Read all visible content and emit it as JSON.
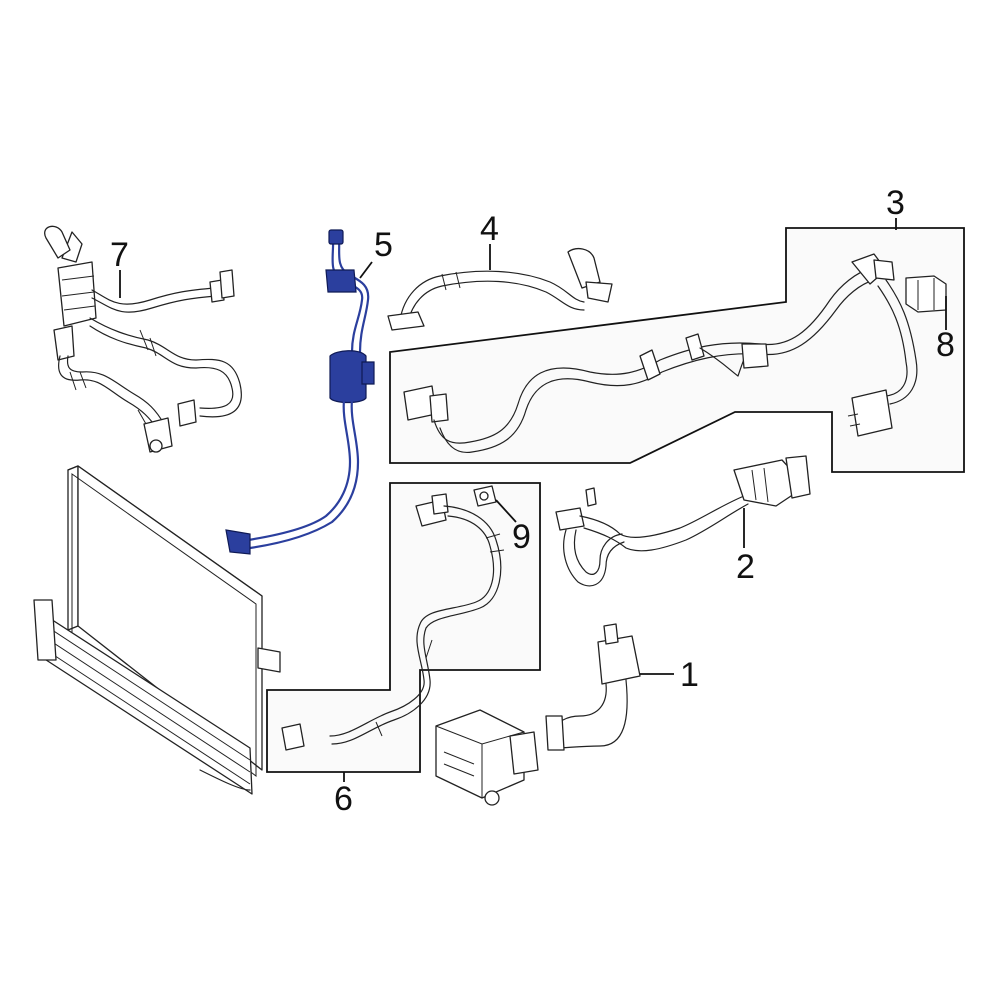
{
  "highlight_color": "#2b3f9e",
  "line_color": "#222222",
  "callouts": [
    {
      "id": "1",
      "label": "1"
    },
    {
      "id": "2",
      "label": "2"
    },
    {
      "id": "3",
      "label": "3"
    },
    {
      "id": "4",
      "label": "4"
    },
    {
      "id": "5",
      "label": "5"
    },
    {
      "id": "6",
      "label": "6"
    },
    {
      "id": "7",
      "label": "7"
    },
    {
      "id": "8",
      "label": "8"
    },
    {
      "id": "9",
      "label": "9"
    }
  ],
  "highlighted_part": "5"
}
